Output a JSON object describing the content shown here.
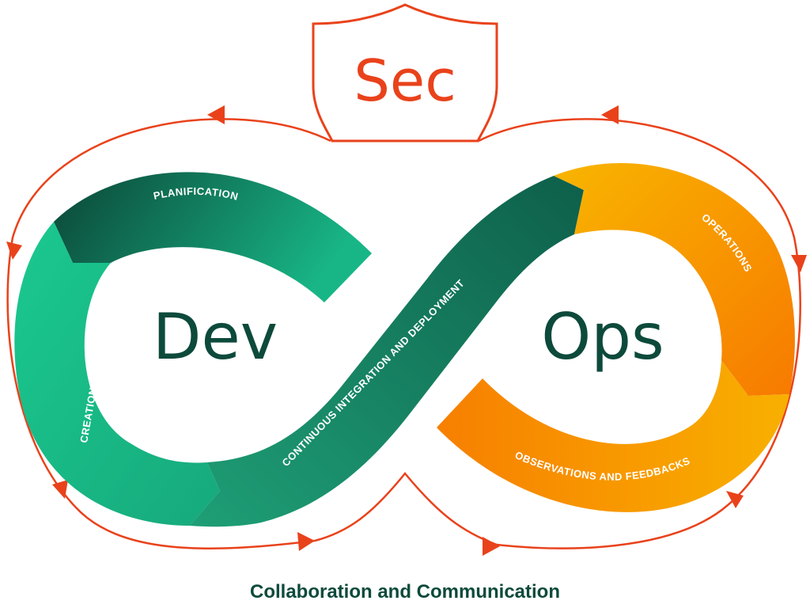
{
  "title": {
    "sec": "Sec",
    "dev": "Dev",
    "ops": "Ops"
  },
  "stages": {
    "planification": "PLANIFICATION",
    "creation": "CREATION",
    "ci_cd": "CONTINUOUS INTEGRATION AND DEPLOYMENT",
    "operations": "OPERATIONS",
    "observations": "OBSERVATIONS AND FEEDBACKS"
  },
  "caption": "Collaboration and Communication",
  "colors": {
    "dark_green": "#0d4a3b",
    "green": "#1aa37a",
    "light_green": "#1fca92",
    "orange": "#f7a800",
    "dark_orange": "#f77f00",
    "red": "#e9421b"
  }
}
